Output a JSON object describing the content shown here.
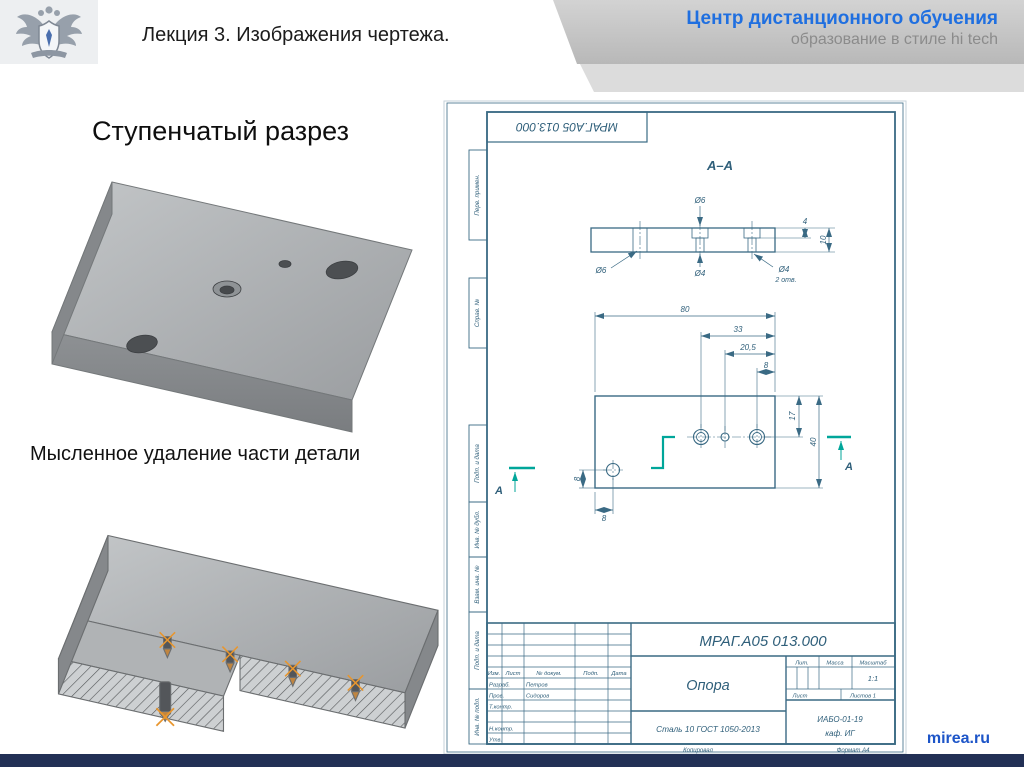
{
  "header": {
    "lecture_title": "Лекция 3. Изображения чертежа.",
    "center_name": "Центр дистанционного обучения",
    "center_tagline": "образование в стиле hi tech"
  },
  "slide": {
    "heading": "Ступенчатый разрез",
    "caption": "Мысленное удаление части детали"
  },
  "footer": {
    "site": "mirea.ru"
  },
  "colors": {
    "accent_blue": "#1f6fe0",
    "drawing_line_blue": "#3a6a84",
    "cutting_line_teal": "#00a69a",
    "bottom_bar_navy": "#223055",
    "link_blue": "#1d55c8"
  },
  "sheet": {
    "stamp_doc_number": "МРАГ.А05 013.000",
    "section_title": "А–А",
    "cut_label": "А",
    "margin_labels": [
      "Перв. примен.",
      "Справ. №",
      "Подп. и дата",
      "Инв. № дубл.",
      "Взам. инв. №",
      "Подп. и дата",
      "Инв. № подл."
    ],
    "section_dims": {
      "d_top": "Ø6",
      "depth": "4",
      "thickness": "10",
      "d_left": "Ø6",
      "d_mid": "Ø4",
      "d_right": "Ø4",
      "holes_note": "2 отв."
    },
    "plan_dims": {
      "width": "80",
      "d33": "33",
      "d205": "20,5",
      "d8_top": "8",
      "d17": "17",
      "d40": "40",
      "d8_left": "8",
      "d8_bottom": "8"
    },
    "title_block": {
      "doc_number": "МРАГ.А05 013.000",
      "part_name": "Опора",
      "material": "Сталь 10 ГОСТ 1050-2013",
      "col_izm": "Изм.",
      "col_list": "Лист",
      "col_dokum": "№ докум.",
      "col_podp": "Подп.",
      "col_data": "Дата",
      "row_razrab": "Разраб.",
      "name_razrab": "Петров",
      "row_prov": "Пров.",
      "name_prov": "Сидоров",
      "row_tkontr": "Т.контр.",
      "row_nkontr": "Н.контр.",
      "row_utv": "Утв.",
      "lit": "Лит.",
      "massa": "Масса",
      "masshtab": "Масштаб",
      "scale_value": "1:1",
      "list_label": "Лист",
      "listov_label": "Листов 1",
      "org_line1": "ИАБО-01-19",
      "org_line2": "каф. ИГ",
      "kopiroval": "Копировал",
      "format": "Формат А4"
    }
  }
}
